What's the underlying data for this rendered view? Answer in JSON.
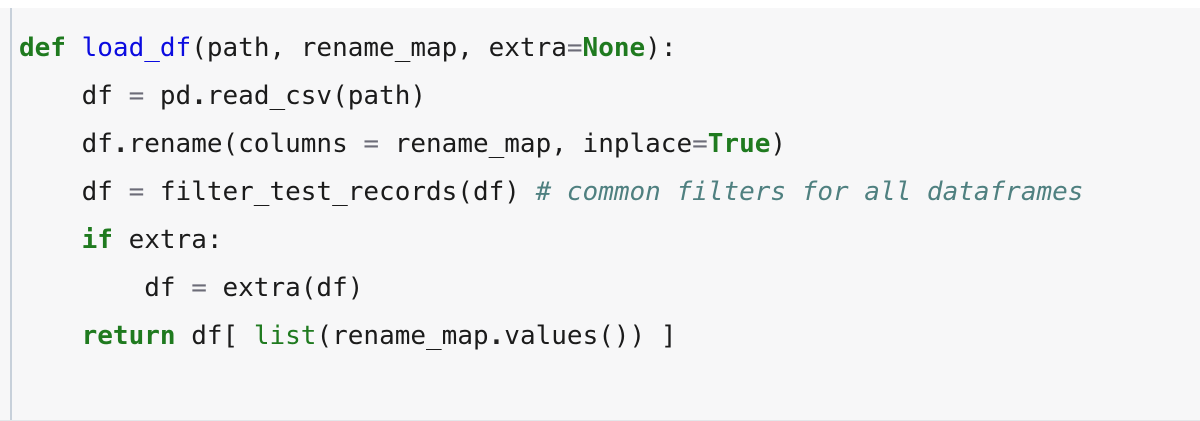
{
  "colors": {
    "page_background": "#ffffff",
    "cell_background": "#f7f7f8",
    "cell_left_border": "#c7d0da",
    "plain": "#1b1b1b",
    "keyword_green": "#1f7a1f",
    "function_blue": "#0b0be0",
    "builtin_green": "#1f7a1f",
    "comment_teal": "#4f8080",
    "operator_gray": "#6c6c78",
    "dot_dark": "#222222"
  },
  "code_cell": {
    "language": "python",
    "lines": [
      {
        "segments": [
          {
            "type": "keyword",
            "text": "def"
          },
          {
            "type": "plain",
            "text": " "
          },
          {
            "type": "function",
            "text": "load_df"
          },
          {
            "type": "plain",
            "text": "(path, rename_map, extra"
          },
          {
            "type": "operator",
            "text": "="
          },
          {
            "type": "keyword",
            "text": "None"
          },
          {
            "type": "plain",
            "text": "):"
          }
        ]
      },
      {
        "segments": [
          {
            "type": "plain",
            "text": "    df "
          },
          {
            "type": "operator",
            "text": "="
          },
          {
            "type": "plain",
            "text": " pd"
          },
          {
            "type": "dot",
            "text": "."
          },
          {
            "type": "plain",
            "text": "read_csv(path)"
          }
        ]
      },
      {
        "segments": [
          {
            "type": "plain",
            "text": "    df"
          },
          {
            "type": "dot",
            "text": "."
          },
          {
            "type": "plain",
            "text": "rename(columns "
          },
          {
            "type": "operator",
            "text": "="
          },
          {
            "type": "plain",
            "text": " rename_map, inplace"
          },
          {
            "type": "operator",
            "text": "="
          },
          {
            "type": "keyword",
            "text": "True"
          },
          {
            "type": "plain",
            "text": ")"
          }
        ]
      },
      {
        "segments": [
          {
            "type": "plain",
            "text": "    df "
          },
          {
            "type": "operator",
            "text": "="
          },
          {
            "type": "plain",
            "text": " filter_test_records(df) "
          },
          {
            "type": "comment",
            "text": "# common filters for all dataframes"
          }
        ]
      },
      {
        "segments": [
          {
            "type": "plain",
            "text": "    "
          },
          {
            "type": "keyword",
            "text": "if"
          },
          {
            "type": "plain",
            "text": " extra:"
          }
        ]
      },
      {
        "segments": [
          {
            "type": "plain",
            "text": "        df "
          },
          {
            "type": "operator",
            "text": "="
          },
          {
            "type": "plain",
            "text": " extra(df)"
          }
        ]
      },
      {
        "segments": [
          {
            "type": "plain",
            "text": "    "
          },
          {
            "type": "keyword",
            "text": "return"
          },
          {
            "type": "plain",
            "text": " df[ "
          },
          {
            "type": "builtin",
            "text": "list"
          },
          {
            "type": "plain",
            "text": "(rename_map"
          },
          {
            "type": "dot",
            "text": "."
          },
          {
            "type": "plain",
            "text": "values()) ]"
          }
        ]
      }
    ]
  }
}
